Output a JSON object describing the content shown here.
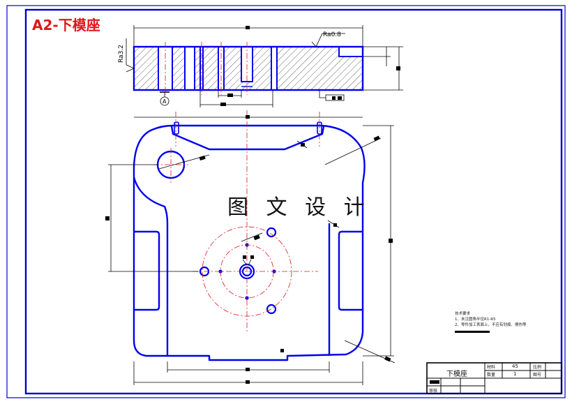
{
  "sheet": {
    "title_tag": "A2-下模座",
    "watermark": "图 文 设 计"
  },
  "annotations": {
    "roughness_top": "Ra0.8",
    "roughness_side": "Ra3.2",
    "datum_label": "A"
  },
  "notes": {
    "heading": "技术要求",
    "line1": "1、未注圆角半径R1-R5",
    "line2": "2、零件加工表面上，不应有划痕、擦伤等"
  },
  "title_block": {
    "part_name": "下模座",
    "material_label": "材料",
    "material_value": "45",
    "scale_label": "比例",
    "quantity_label": "数量",
    "quantity_value": "1",
    "drawing_no_label": "图号",
    "reviewer_label": "审核"
  },
  "colors": {
    "frame": "#0000cc",
    "part_outline": "#0000ee",
    "centerline": "#e0161b",
    "dimension": "#000000",
    "title_tag": "#e0161b"
  }
}
